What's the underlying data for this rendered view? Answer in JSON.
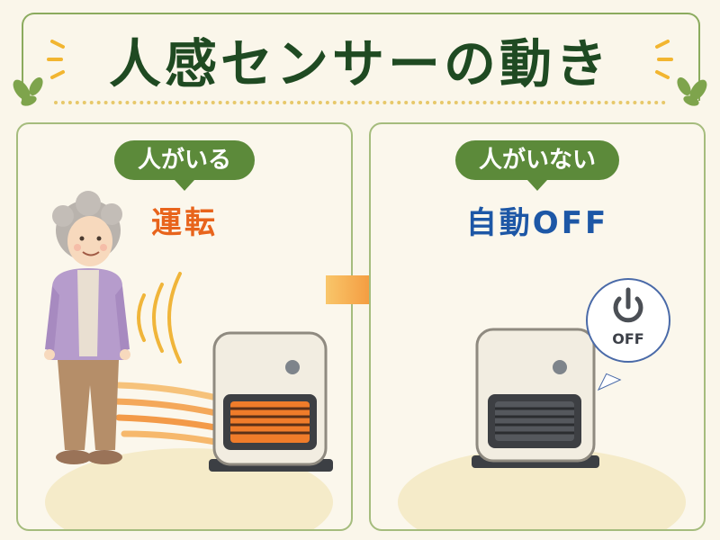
{
  "header": {
    "title": "人感センサーの動き"
  },
  "panels": [
    {
      "id": "present",
      "condition": "人がいる",
      "status": "運転"
    },
    {
      "id": "absent",
      "condition": "人がいない",
      "status": "自動OFF",
      "bubble_label": "OFF"
    }
  ],
  "colors": {
    "title": "#1f4a22",
    "pill": "#5c8a3a",
    "running": "#e8641c",
    "off": "#1d57a6",
    "accent_dots": "#e7c86a",
    "frame": "#a5bc7d"
  }
}
